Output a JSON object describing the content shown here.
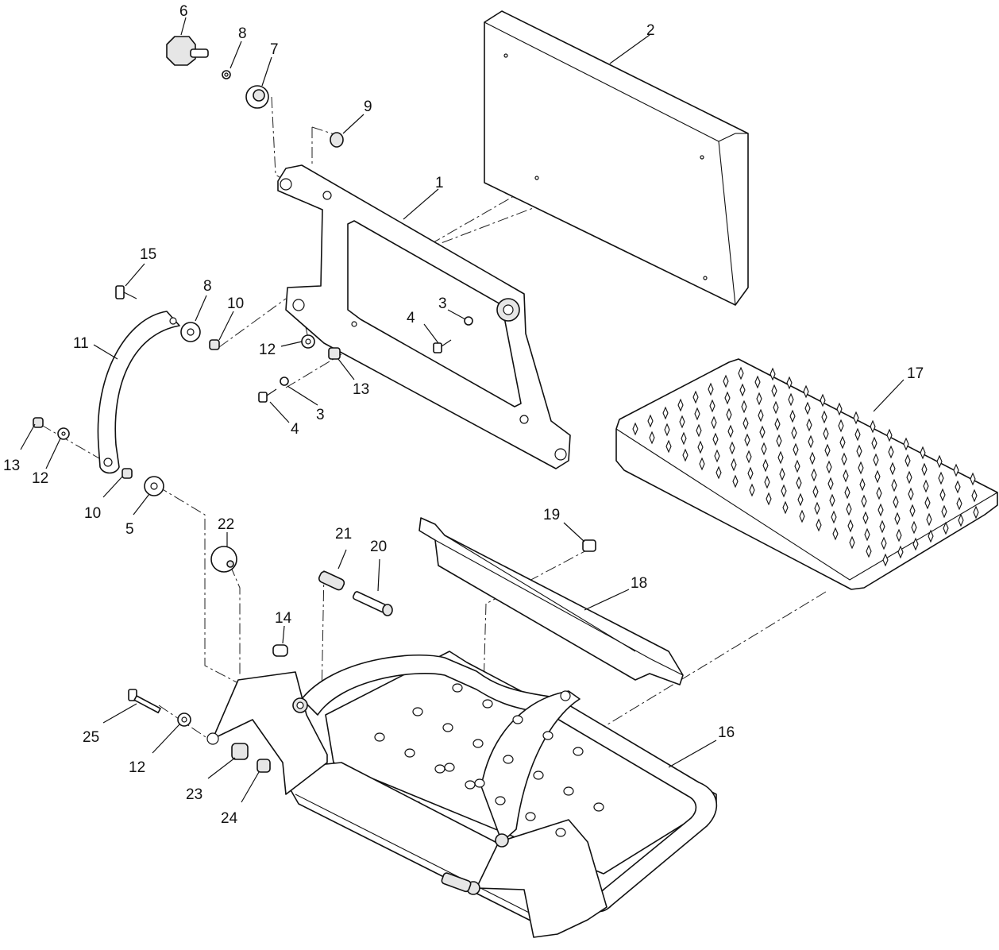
{
  "diagram": {
    "labels": {
      "c1": "1",
      "c2": "2",
      "c3a": "3",
      "c3b": "3",
      "c4a": "4",
      "c4b": "4",
      "c5": "5",
      "c6": "6",
      "c7": "7",
      "c8a": "8",
      "c8b": "8",
      "c9": "9",
      "c10a": "10",
      "c10b": "10",
      "c11": "11",
      "c12a": "12",
      "c12b": "12",
      "c12c": "12",
      "c13a": "13",
      "c13b": "13",
      "c14": "14",
      "c15": "15",
      "c16": "16",
      "c17": "17",
      "c18": "18",
      "c19": "19",
      "c20": "20",
      "c21": "21",
      "c22": "22",
      "c23": "23",
      "c24": "24",
      "c25": "25"
    }
  }
}
